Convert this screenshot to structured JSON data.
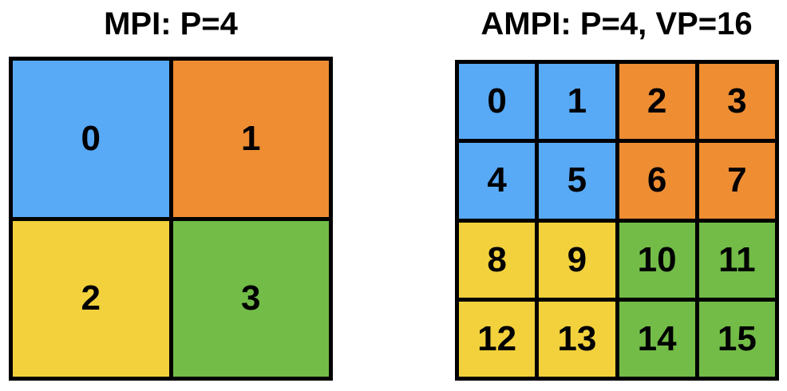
{
  "colors": {
    "blue": "#58a9f6",
    "orange": "#ee8d32",
    "yellow": "#f2d13c",
    "green": "#72bc47",
    "border": "#000000"
  },
  "mpi": {
    "title": "MPI: P=4",
    "cells": [
      {
        "label": "0",
        "color": "blue"
      },
      {
        "label": "1",
        "color": "orange"
      },
      {
        "label": "2",
        "color": "yellow"
      },
      {
        "label": "3",
        "color": "green"
      }
    ]
  },
  "ampi": {
    "title": "AMPI: P=4, VP=16",
    "cells": [
      {
        "label": "0",
        "color": "blue"
      },
      {
        "label": "1",
        "color": "blue"
      },
      {
        "label": "2",
        "color": "orange"
      },
      {
        "label": "3",
        "color": "orange"
      },
      {
        "label": "4",
        "color": "blue"
      },
      {
        "label": "5",
        "color": "blue"
      },
      {
        "label": "6",
        "color": "orange"
      },
      {
        "label": "7",
        "color": "orange"
      },
      {
        "label": "8",
        "color": "yellow"
      },
      {
        "label": "9",
        "color": "yellow"
      },
      {
        "label": "10",
        "color": "green"
      },
      {
        "label": "11",
        "color": "green"
      },
      {
        "label": "12",
        "color": "yellow"
      },
      {
        "label": "13",
        "color": "yellow"
      },
      {
        "label": "14",
        "color": "green"
      },
      {
        "label": "15",
        "color": "green"
      }
    ]
  }
}
